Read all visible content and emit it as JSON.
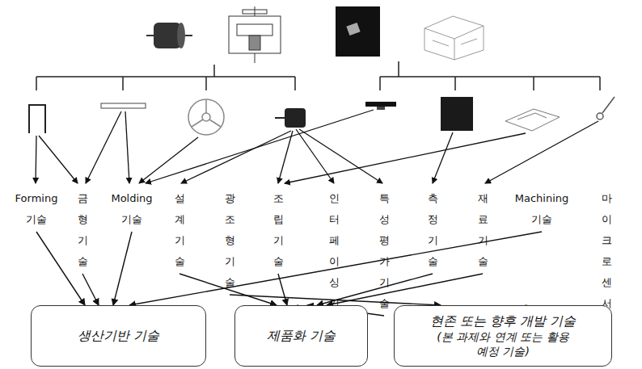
{
  "diagram": {
    "nodes": [
      {
        "text": [
          "Forming 기술"
        ]
      },
      {
        "text": [
          "금형 기술"
        ]
      },
      {
        "text": [
          "Molding 기술"
        ]
      },
      {
        "text": [
          "설계 기술"
        ]
      },
      {
        "text": [
          "광조형 기술"
        ]
      },
      {
        "text": [
          "조립 기술"
        ]
      },
      {
        "text": [
          "인터페이싱 기술"
        ]
      },
      {
        "text": [
          "특성평가 기술"
        ]
      },
      {
        "text": [
          "측정 기술"
        ]
      },
      {
        "text": [
          "재료 기술"
        ]
      },
      {
        "text": [
          "Machining 기술"
        ]
      },
      {
        "text": [
          "마이크로 센서기술"
        ]
      },
      {
        "text": [
          "생산기반 기술"
        ]
      },
      {
        "text": [
          "제품화 기술"
        ]
      },
      {
        "text": [
          "현존 또는 향후 개발 기술",
          "(본 과제와 연계 또는 활용 예정 기술)"
        ]
      }
    ],
    "edges": [
      {
        "from": 0,
        "to": 12,
        "arrow": "to"
      },
      {
        "from": 1,
        "to": 12,
        "arrow": "to"
      },
      {
        "from": 2,
        "to": 12,
        "arrow": "to"
      },
      {
        "from": 3,
        "to": 13,
        "arrow": "to"
      },
      {
        "from": 4,
        "to": 14,
        "arrow": "to"
      },
      {
        "from": 5,
        "to": 13,
        "arrow": "to"
      },
      {
        "from": 6,
        "to": 13,
        "arrow": "to"
      },
      {
        "from": 7,
        "to": 13,
        "arrow": "to"
      },
      {
        "from": 8,
        "to": 13,
        "arrow": "to"
      },
      {
        "from": 9,
        "to": 13,
        "arrow": "to"
      },
      {
        "from": 10,
        "to": 12,
        "arrow": "to"
      },
      {
        "from": 11,
        "to": 14,
        "arrow": "to"
      }
    ]
  }
}
